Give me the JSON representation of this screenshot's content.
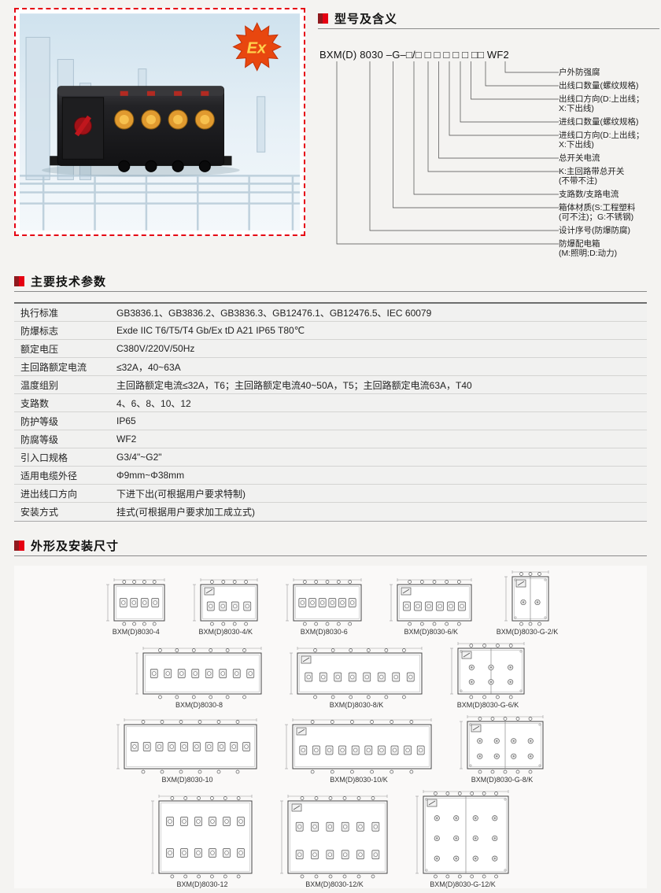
{
  "colors": {
    "accent_red": "#e60012",
    "dark_red": "#8f1a1e"
  },
  "photo": {
    "ex_mark": "Ex"
  },
  "model_section": {
    "title": "型号及含义",
    "code": "BXM(D) 8030 –G–□/□ □ □ □ □ □ □□ WF2",
    "labels": [
      {
        "lines": [
          "户外防强腐"
        ]
      },
      {
        "lines": [
          "出线口数量(螺纹规格)"
        ]
      },
      {
        "lines": [
          "出线口方向(D:上出线；",
          "X:下出线)"
        ]
      },
      {
        "lines": [
          "进线口数量(螺纹规格)"
        ]
      },
      {
        "lines": [
          "进线口方向(D:上出线；",
          "X:下出线)"
        ]
      },
      {
        "lines": [
          "总开关电流"
        ]
      },
      {
        "lines": [
          "K:主回路带总开关",
          "(不带不注)"
        ]
      },
      {
        "lines": [
          "支路数/支路电流"
        ]
      },
      {
        "lines": [
          "箱体材质(S:工程塑料",
          "(可不注)；G:不锈钢)"
        ]
      },
      {
        "lines": [
          "设计序号(防爆防腐)"
        ]
      },
      {
        "lines": [
          "防爆配电箱",
          "(M:照明;D:动力)"
        ]
      }
    ]
  },
  "params_section": {
    "title": "主要技术参数",
    "rows": [
      {
        "k": "执行标准",
        "v": "GB3836.1、GB3836.2、GB3836.3、GB12476.1、GB12476.5、IEC 60079"
      },
      {
        "k": "防爆标志",
        "v": "Exde IIC T6/T5/T4 Gb/Ex tD A21 IP65 T80℃"
      },
      {
        "k": "额定电压",
        "v": "C380V/220V/50Hz"
      },
      {
        "k": "主回路额定电流",
        "v": "≤32A，40~63A"
      },
      {
        "k": "温度组别",
        "v": "主回路额定电流≤32A，T6；主回路额定电流40~50A，T5；主回路额定电流63A，T40"
      },
      {
        "k": "支路数",
        "v": "4、6、8、10、12"
      },
      {
        "k": "防护等级",
        "v": "IP65"
      },
      {
        "k": "防腐等级",
        "v": "WF2"
      },
      {
        "k": "引入口规格",
        "v": "G3/4\"~G2\""
      },
      {
        "k": "适用电缆外径",
        "v": "Φ9mm~Φ38mm"
      },
      {
        "k": "进出线口方向",
        "v": "下进下出(可根据用户要求特制)"
      },
      {
        "k": "安装方式",
        "v": "挂式(可根据用户要求加工成立式)"
      }
    ]
  },
  "drawings_section": {
    "title": "外形及安装尺寸",
    "rows": [
      [
        {
          "label": "BXM(D)8030-4",
          "style": "plastic",
          "switch": false,
          "cols": 4,
          "rows": 1,
          "glands": 4,
          "w": 64,
          "h": 46
        },
        {
          "label": "BXM(D)8030-4/K",
          "style": "plastic",
          "switch": true,
          "cols": 4,
          "rows": 1,
          "glands": 4,
          "w": 72,
          "h": 46
        },
        {
          "label": "BXM(D)8030-6",
          "style": "plastic",
          "switch": false,
          "cols": 6,
          "rows": 1,
          "glands": 5,
          "w": 86,
          "h": 46
        },
        {
          "label": "BXM(D)8030-6/K",
          "style": "plastic",
          "switch": true,
          "cols": 6,
          "rows": 1,
          "glands": 5,
          "w": 94,
          "h": 46
        },
        {
          "label": "BXM(D)8030-G-2/K",
          "style": "steel",
          "switch": true,
          "cols": 2,
          "rows": 1,
          "glands": 3,
          "w": 46,
          "h": 56
        }
      ],
      [
        {
          "label": "BXM(D)8030-8",
          "style": "plastic",
          "switch": false,
          "cols": 8,
          "rows": 1,
          "glands": 6,
          "w": 150,
          "h": 52
        },
        {
          "label": "BXM(D)8030-8/K",
          "style": "plastic",
          "switch": true,
          "cols": 8,
          "rows": 1,
          "glands": 6,
          "w": 158,
          "h": 52
        },
        {
          "label": "BXM(D)8030-G-6/K",
          "style": "steel",
          "switch": true,
          "cols": 3,
          "rows": 2,
          "glands": 4,
          "w": 84,
          "h": 58
        }
      ],
      [
        {
          "label": "BXM(D)8030-10",
          "style": "plastic",
          "switch": false,
          "cols": 10,
          "rows": 1,
          "glands": 6,
          "w": 168,
          "h": 56
        },
        {
          "label": "BXM(D)8030-10/K",
          "style": "plastic",
          "switch": true,
          "cols": 10,
          "rows": 1,
          "glands": 6,
          "w": 176,
          "h": 56
        },
        {
          "label": "BXM(D)8030-G-8/K",
          "style": "steel",
          "switch": true,
          "cols": 4,
          "rows": 2,
          "glands": 5,
          "w": 96,
          "h": 60
        }
      ],
      [
        {
          "label": "BXM(D)8030-12",
          "style": "plastic",
          "switch": false,
          "cols": 6,
          "rows": 2,
          "glands": 6,
          "w": 118,
          "h": 92
        },
        {
          "label": "BXM(D)8030-12/K",
          "style": "plastic",
          "switch": true,
          "cols": 6,
          "rows": 2,
          "glands": 6,
          "w": 126,
          "h": 92
        },
        {
          "label": "BXM(D)8030-G-12/K",
          "style": "steel",
          "switch": true,
          "cols": 4,
          "rows": 3,
          "glands": 6,
          "w": 108,
          "h": 98
        }
      ]
    ]
  }
}
